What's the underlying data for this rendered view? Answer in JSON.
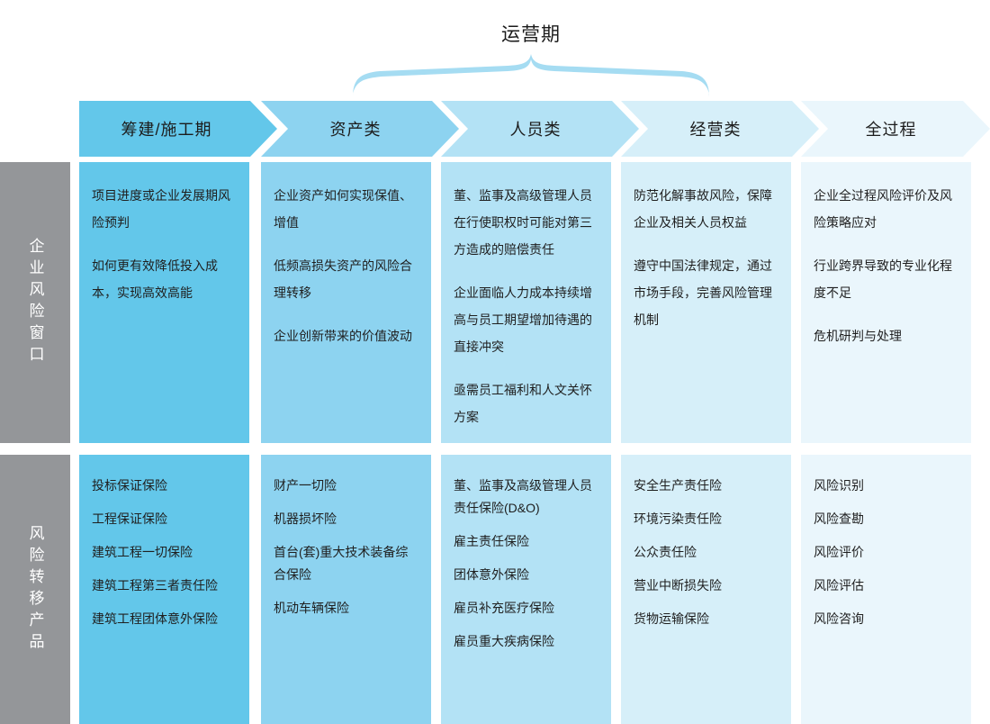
{
  "brace": {
    "caption": "运营期",
    "spans_columns": [
      "资产类",
      "人员类",
      "经营类"
    ]
  },
  "columns": [
    {
      "id": "col-construction",
      "header": "筹建/施工期",
      "color": "#63c7ea"
    },
    {
      "id": "col-assets",
      "header": "资产类",
      "color": "#8dd3f0"
    },
    {
      "id": "col-personnel",
      "header": "人员类",
      "color": "#b3e2f5"
    },
    {
      "id": "col-operations",
      "header": "经营类",
      "color": "#d6eff9"
    },
    {
      "id": "col-whole-process",
      "header": "全过程",
      "color": "#eaf6fc"
    }
  ],
  "rows": [
    {
      "id": "row-risk-window",
      "label": "企业风险窗口",
      "label_color": "#949699",
      "cells": [
        {
          "column": "筹建/施工期",
          "color": "#63c7ea",
          "items": [
            "项目进度或企业发展期风险预判",
            "如何更有效降低投入成本，实现高效高能"
          ]
        },
        {
          "column": "资产类",
          "color": "#8dd3f0",
          "items": [
            "企业资产如何实现保值、增值",
            "低频高损失资产的风险合理转移",
            "企业创新带来的价值波动"
          ]
        },
        {
          "column": "人员类",
          "color": "#b3e2f5",
          "items": [
            "董、监事及高级管理人员在行使职权时可能对第三方造成的赔偿责任",
            "企业面临人力成本持续增高与员工期望增加待遇的直接冲突",
            "亟需员工福利和人文关怀方案"
          ]
        },
        {
          "column": "经营类",
          "color": "#d6eff9",
          "items": [
            "防范化解事故风险，保障企业及相关人员权益",
            "遵守中国法律规定，通过市场手段，完善风险管理机制"
          ]
        },
        {
          "column": "全过程",
          "color": "#eaf6fc",
          "items": [
            "企业全过程风险评价及风险策略应对",
            "行业跨界导致的专业化程度不足",
            "危机研判与处理"
          ]
        }
      ]
    },
    {
      "id": "row-transfer-products",
      "label": "风险转移产品",
      "label_color": "#949699",
      "cells": [
        {
          "column": "筹建/施工期",
          "color": "#63c7ea",
          "items": [
            "投标保证保险",
            "工程保证保险",
            "建筑工程一切保险",
            "建筑工程第三者责任险",
            "建筑工程团体意外保险"
          ]
        },
        {
          "column": "资产类",
          "color": "#8dd3f0",
          "items": [
            "财产一切险",
            "机器损坏险",
            "首台(套)重大技术装备综合保险",
            "机动车辆保险"
          ]
        },
        {
          "column": "人员类",
          "color": "#b3e2f5",
          "items": [
            "董、监事及高级管理人员责任保险(D&O)",
            "雇主责任保险",
            "团体意外保险",
            "雇员补充医疗保险",
            "雇员重大疾病保险"
          ]
        },
        {
          "column": "经营类",
          "color": "#d6eff9",
          "items": [
            "安全生产责任险",
            "环境污染责任险",
            "公众责任险",
            "营业中断损失险",
            "货物运输保险"
          ]
        },
        {
          "column": "全过程",
          "color": "#eaf6fc",
          "items": [
            "风险识别",
            "风险查勘",
            "风险评价",
            "风险评估",
            "风险咨询"
          ]
        }
      ]
    }
  ],
  "palette": {
    "brace": "#a5dcf2",
    "rail": "#949699",
    "text": "#1f1f1f",
    "background": "#ffffff"
  }
}
